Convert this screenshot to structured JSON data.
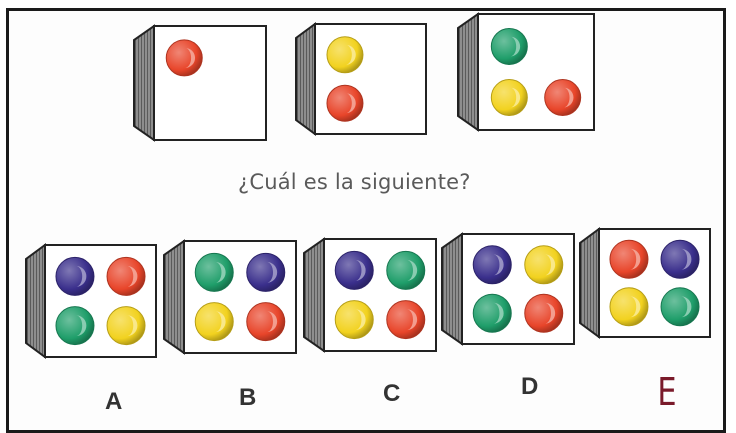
{
  "question": "¿Cuál es la siguiente?",
  "colors": {
    "red": "#e8452a",
    "yellow": "#f2d21f",
    "green": "#1f9e6a",
    "blue": "#3a2f8c"
  },
  "sequence": [
    {
      "top_left": "red",
      "top_right": null,
      "bottom_left": null,
      "bottom_right": null
    },
    {
      "top_left": "yellow",
      "top_right": null,
      "bottom_left": "red",
      "bottom_right": null
    },
    {
      "top_left": "green",
      "top_right": null,
      "bottom_left": "yellow",
      "bottom_right": "red"
    }
  ],
  "options": [
    {
      "label": "A",
      "top_left": "blue",
      "top_right": "red",
      "bottom_left": "green",
      "bottom_right": "yellow"
    },
    {
      "label": "B",
      "top_left": "green",
      "top_right": "blue",
      "bottom_left": "yellow",
      "bottom_right": "red"
    },
    {
      "label": "C",
      "top_left": "blue",
      "top_right": "green",
      "bottom_left": "yellow",
      "bottom_right": "red"
    },
    {
      "label": "D",
      "top_left": "blue",
      "top_right": "yellow",
      "bottom_left": "green",
      "bottom_right": "red"
    },
    {
      "label": "E",
      "top_left": "red",
      "top_right": "blue",
      "bottom_left": "yellow",
      "bottom_right": "green"
    }
  ]
}
